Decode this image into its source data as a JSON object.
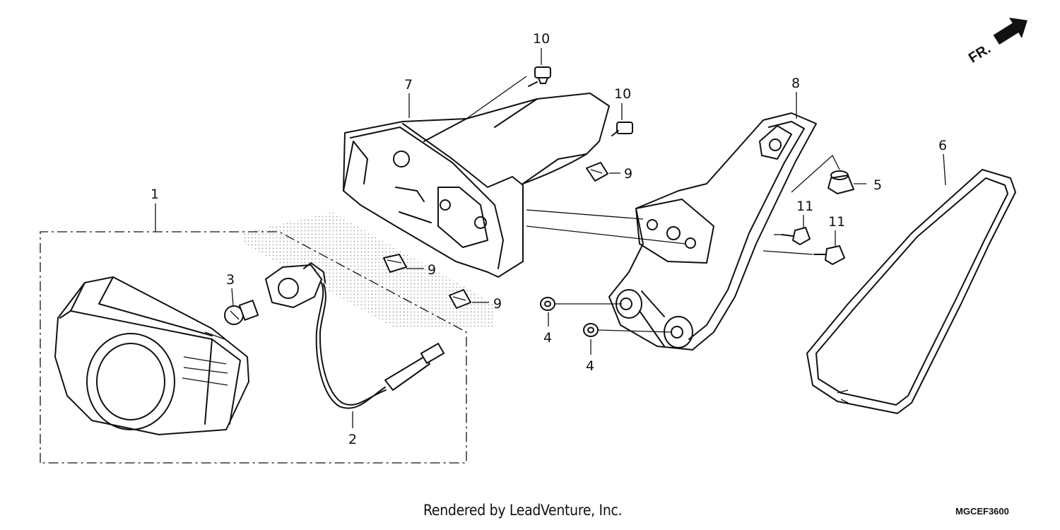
{
  "callouts": [
    {
      "id": "1",
      "label": "1"
    },
    {
      "id": "2",
      "label": "2"
    },
    {
      "id": "3",
      "label": "3"
    },
    {
      "id": "4a",
      "label": "4"
    },
    {
      "id": "4b",
      "label": "4"
    },
    {
      "id": "5",
      "label": "5"
    },
    {
      "id": "6",
      "label": "6"
    },
    {
      "id": "7",
      "label": "7"
    },
    {
      "id": "8",
      "label": "8"
    },
    {
      "id": "9a",
      "label": "9"
    },
    {
      "id": "9b",
      "label": "9"
    },
    {
      "id": "9c",
      "label": "9"
    },
    {
      "id": "10a",
      "label": "10"
    },
    {
      "id": "10b",
      "label": "10"
    },
    {
      "id": "11a",
      "label": "11"
    },
    {
      "id": "11b",
      "label": "11"
    }
  ],
  "direction_indicator": {
    "label": "FR.",
    "icon": "front-arrow-icon"
  },
  "footer": {
    "credit": "Rendered by LeadVenture, Inc.",
    "code": "MGCEF3600"
  }
}
